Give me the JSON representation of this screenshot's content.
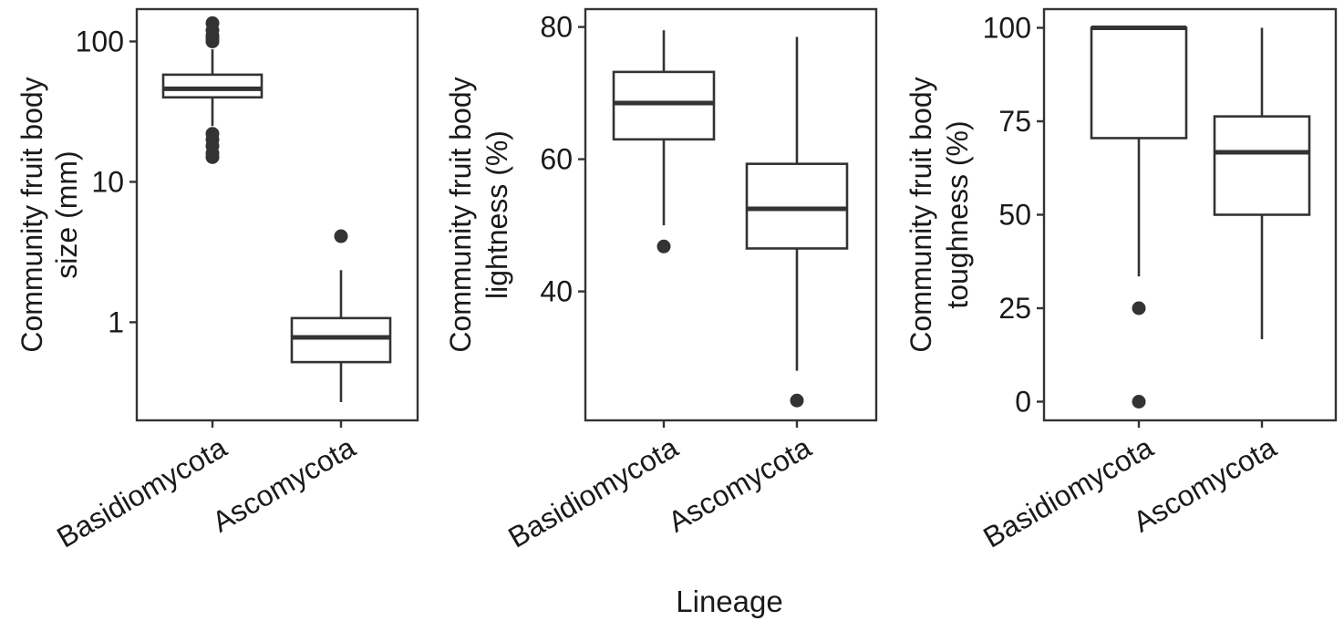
{
  "chart_data": [
    {
      "type": "box",
      "ylabel": [
        "Community fruit body",
        "size (mm)"
      ],
      "yscale": "log",
      "ylim": [
        0.2,
        170
      ],
      "yticks": [
        1,
        10,
        100
      ],
      "yticklabels": [
        "1",
        "10",
        "100"
      ],
      "categories": [
        "Basidiomycota",
        "Ascomycota"
      ],
      "boxes": [
        {
          "q1": 40,
          "median": 46,
          "q3": 58,
          "whisker_low": 25,
          "whisker_high": 88,
          "outliers": [
            15,
            16,
            18,
            20,
            22,
            100,
            105,
            110,
            120,
            135
          ]
        },
        {
          "q1": 0.52,
          "median": 0.78,
          "q3": 1.07,
          "whisker_low": 0.27,
          "whisker_high": 2.35,
          "outliers": [
            4.1
          ]
        }
      ]
    },
    {
      "type": "box",
      "ylabel": [
        "Community fruit body",
        "lightness (%)"
      ],
      "yscale": "linear",
      "ylim": [
        20.5,
        82.7
      ],
      "yticks": [
        40,
        60,
        80
      ],
      "yticklabels": [
        "40",
        "60",
        "80"
      ],
      "categories": [
        "Basidiomycota",
        "Ascomycota"
      ],
      "boxes": [
        {
          "q1": 63,
          "median": 68.5,
          "q3": 73.2,
          "whisker_low": 50,
          "whisker_high": 79.5,
          "outliers": [
            46.8
          ]
        },
        {
          "q1": 46.5,
          "median": 52.5,
          "q3": 59.3,
          "whisker_low": 28,
          "whisker_high": 78.5,
          "outliers": [
            23.5
          ]
        }
      ]
    },
    {
      "type": "box",
      "ylabel": [
        "Community fruit body",
        "toughness (%)"
      ],
      "yscale": "linear",
      "ylim": [
        -5,
        105
      ],
      "yticks": [
        0,
        25,
        50,
        75,
        100
      ],
      "yticklabels": [
        "0",
        "25",
        "50",
        "75",
        "100"
      ],
      "categories": [
        "Basidiomycota",
        "Ascomycota"
      ],
      "boxes": [
        {
          "q1": 70.5,
          "median": 100,
          "q3": 100,
          "whisker_low": 33.5,
          "whisker_high": 100,
          "outliers": [
            25,
            0
          ]
        },
        {
          "q1": 50,
          "median": 66.7,
          "q3": 76.3,
          "whisker_low": 16.7,
          "whisker_high": 100,
          "outliers": []
        }
      ]
    }
  ],
  "xlabel": "Lineage"
}
